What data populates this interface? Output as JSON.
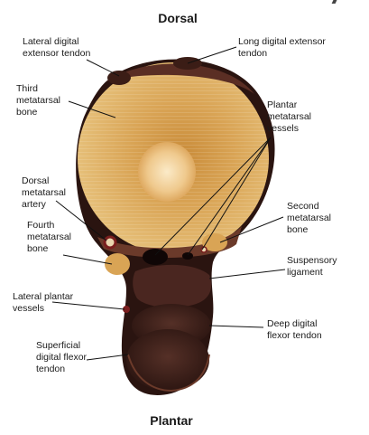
{
  "headings": {
    "top": "Dorsal",
    "bottom": "Plantar"
  },
  "labels": {
    "lateral_digital_extensor_tendon": "Lateral digital\nextensor tendon",
    "long_digital_extensor_tendon": "Long digital extensor\ntendon",
    "third_metatarsal_bone": "Third\nmetatarsal\nbone",
    "plantar_metatarsal_vessels": "Plantar\nmetatarsal\nvessels",
    "dorsal_metatarsal_artery": "Dorsal\nmetatarsal\nartery",
    "second_metatarsal_bone": "Second\nmetatarsal\nbone",
    "fourth_metatarsal_bone": "Fourth\nmetatarsal\nbone",
    "suspensory_ligament": "Suspensory\nligament",
    "lateral_plantar_vessels": "Lateral plantar\nvessels",
    "deep_digital_flexor_tendon": "Deep digital\nflexor tendon",
    "superficial_digital_flexor_tendon": "Superficial\ndigital flexor\ntendon"
  },
  "colors": {
    "skin": "#2a1410",
    "bone_cortex": "#e2b872",
    "bone_center": "#c98c3a",
    "marrow": "#f3d5a0",
    "tendon": "#3b1d16",
    "ligament": "#4a2620",
    "leader_line": "#111111"
  }
}
